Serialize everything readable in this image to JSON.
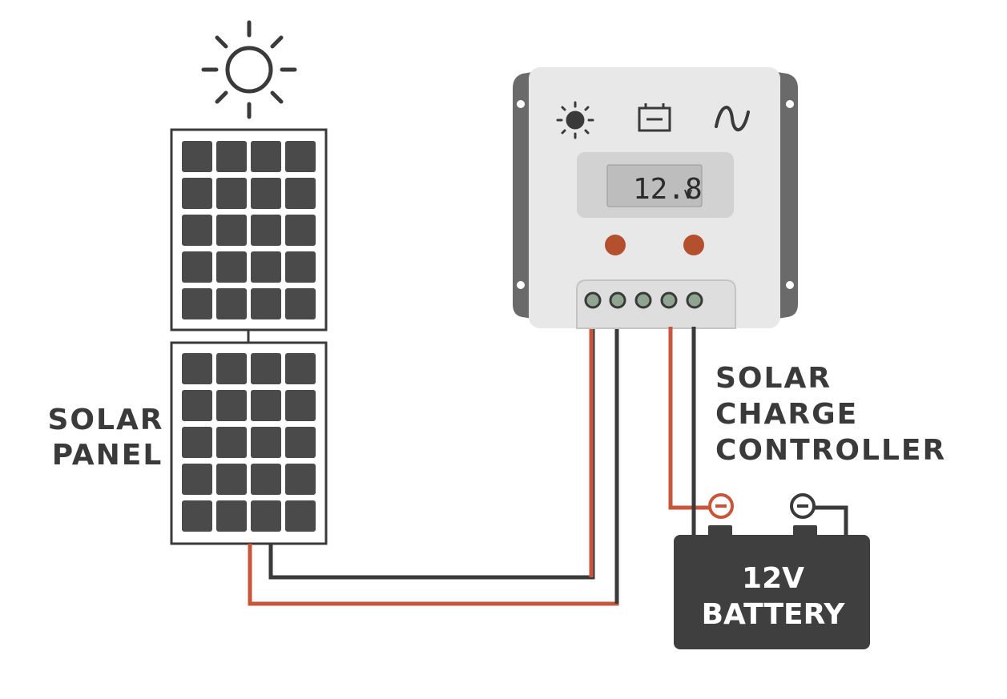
{
  "labels": {
    "solar_panel": [
      "SOLAR",
      "PANEL"
    ],
    "controller": [
      "SOLAR",
      "CHARGE",
      "CONTROLLER"
    ],
    "battery_voltage": "12V",
    "battery_name": "BATTERY"
  },
  "controller": {
    "display_value": "12.8",
    "display_unit": "v",
    "status_icons": [
      "sun-icon",
      "battery-icon",
      "ac-wave-icon"
    ]
  },
  "colors": {
    "panel_cell": "#4a4a4a",
    "frame_outline": "#3a3a3a",
    "controller_body": "#e8e8e8",
    "controller_side": "#6a6a6a",
    "lcd_screen": "#bdbdbd",
    "indicator_led": "#b5502e",
    "terminal": "#8fa58f",
    "wire_positive": "#c8563a",
    "wire_negative": "#3a3a3a",
    "battery_body": "#3f3f3f"
  },
  "icons": {
    "sun": "sun-icon",
    "battery_positive": "positive-terminal-icon",
    "battery_negative": "negative-terminal-icon"
  }
}
